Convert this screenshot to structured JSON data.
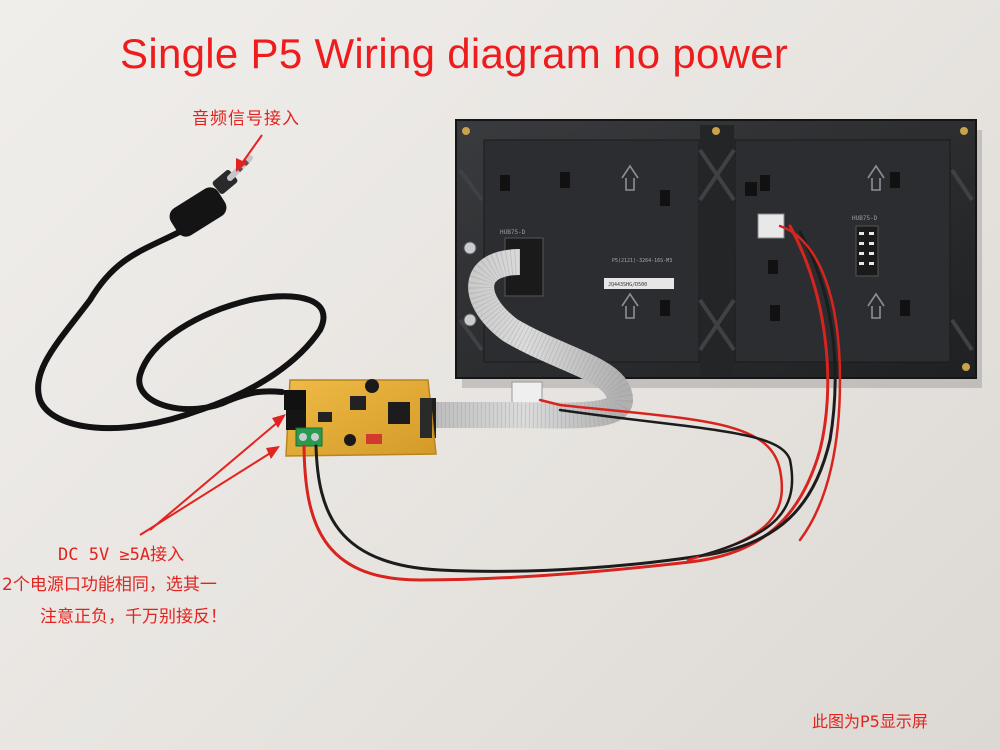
{
  "title": "Single P5 Wiring diagram no power",
  "annotations": {
    "audio_input": "音频信号接入",
    "power_line1": "DC 5V  ≥5A接入",
    "power_line2": "2个电源口功能相同，选其一",
    "power_line3": "注意正负，千万别接反！",
    "caption": "此图为P5显示屏"
  },
  "panel_labels": {
    "left_port": "HUB75-D",
    "right_port": "HUB75-D",
    "model": "P5(2121)-3264-16S-M3",
    "sticker": "JQ443SHG/D500"
  },
  "colors": {
    "label_red": "#e3231f",
    "title_red": "#ee1c1c",
    "panel": "#2a2b2d",
    "pcb": "#e2a832",
    "wire_red": "#d8241e",
    "wire_black": "#1c1c1c",
    "ribbon": "#c9c9c9"
  }
}
